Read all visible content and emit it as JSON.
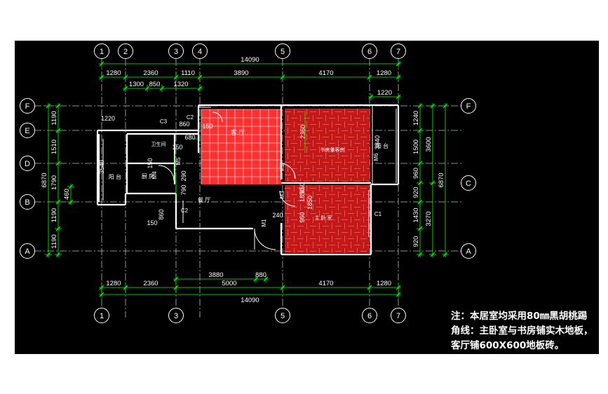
{
  "colors": {
    "background": "#000000",
    "page": "#ffffff",
    "dim": "#00ff00",
    "axis": "#ffffff",
    "wall": "#ffffff",
    "tile": "#ff2020",
    "floor": "#b01818",
    "grid": "#ff5050",
    "label": "#ffffff"
  },
  "axes_top": [
    "1",
    "2",
    "3",
    "4",
    "5",
    "6",
    "7"
  ],
  "axes_bottom": [
    "1",
    "3",
    "5",
    "6",
    "7"
  ],
  "axes_left": [
    "F",
    "E",
    "D",
    "B",
    "A"
  ],
  "axes_right": [
    "F",
    "C",
    "A"
  ],
  "dims": {
    "total": "14090",
    "top1": [
      "1280",
      "2360",
      "1110",
      "3890",
      "4170",
      "1280"
    ],
    "top2": [
      "1300",
      "850",
      "1320"
    ],
    "top_r": "1220",
    "bot1": [
      "1280",
      "2360",
      "5000",
      "4170",
      "1280"
    ],
    "bot2": [
      "3880",
      "880"
    ],
    "bottom_total": "14090",
    "left1": [
      "1190",
      "1510",
      "1790",
      "1190",
      "1190"
    ],
    "left_sub": "460",
    "left_total": "6870",
    "right1": [
      "1240",
      "1500",
      "960",
      "920",
      "1430",
      "920"
    ],
    "right2": [
      "3600",
      "3270"
    ],
    "right_total": "6870",
    "inner": [
      "1220",
      "680",
      "150",
      "3540",
      "860",
      "790",
      "290",
      "150",
      "860",
      "150",
      "1850",
      "2360",
      "850",
      "1850",
      "960",
      "240",
      "3840",
      "150"
    ]
  },
  "labels": {
    "living": "客 厅",
    "dining": "餐   厅",
    "bath": "卫生间",
    "kitchen": "厨   房",
    "balcony_left": "阳 台",
    "study": "书房兼客房",
    "master": "主 卧 室",
    "balcony_right": "阳 台",
    "doors": [
      "C3",
      "C2",
      "C2",
      "C1",
      "M1",
      "M2",
      "M3",
      "M4",
      "M5",
      "M6"
    ]
  },
  "note": {
    "line1": "注：本居室均采用80㎜黑胡桃踢",
    "line2": "角线：主卧室与书房铺实木地板，",
    "line3": "客厅铺600X600地板砖。"
  }
}
